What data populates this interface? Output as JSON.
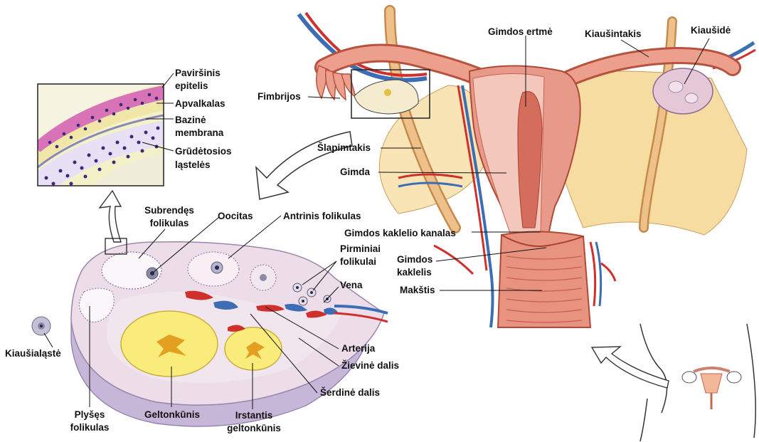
{
  "labels": {
    "pavirsinis": "Paviršinis",
    "epitelis": "epitelis",
    "apvalkalas": "Apvalkalas",
    "bazine": "Bazinė",
    "membrana": "membrana",
    "grudetosios": "Grūdėtosios",
    "lasteles": "ląstelės",
    "fimbrijos": "Fimbrijos",
    "gimdos_ertme": "Gimdos ertmė",
    "kiausintakis": "Kiaušintakis",
    "kiauside": "Kiaušidė",
    "slapimtakis": "Šlapimtakis",
    "gimda": "Gimda",
    "subrendes_1": "Subrendęs",
    "subrendes_2": "folikulas",
    "oocitas": "Oocitas",
    "antrinis": "Antrinis folikulas",
    "kaklelio_kanalas": "Gimdos kaklelio kanalas",
    "pirminiai_1": "Pirminiai",
    "pirminiai_2": "folikulai",
    "gimdos_kaklelis_1": "Gimdos",
    "gimdos_kaklelis_2": "kaklelis",
    "vena": "Vena",
    "makstis": "Makštis",
    "kiausialaste": "Kiaušialąstė",
    "arterija": "Arterija",
    "zievine": "Žievinė dalis",
    "serdine": "Šerdinė dalis",
    "plyses_1": "Plyšęs",
    "plyses_2": "folikulas",
    "geltonkunis": "Geltonkūnis",
    "irstantis_1": "Irstantis",
    "irstantis_2": "geltonkūnis"
  },
  "colors": {
    "uterus": "#e89a8a",
    "uterus_dark": "#c8604c",
    "ligament": "#f6dca0",
    "ovary": "#e9d8e6",
    "ovary_base": "#c6b6d8",
    "corpus_luteum": "#f9ec7a",
    "ureter": "#e8b070",
    "vein": "#3d6db5",
    "artery": "#d0302c",
    "epithelium_pink": "#d773b6",
    "epithelium_dots": "#3b2a7a"
  }
}
